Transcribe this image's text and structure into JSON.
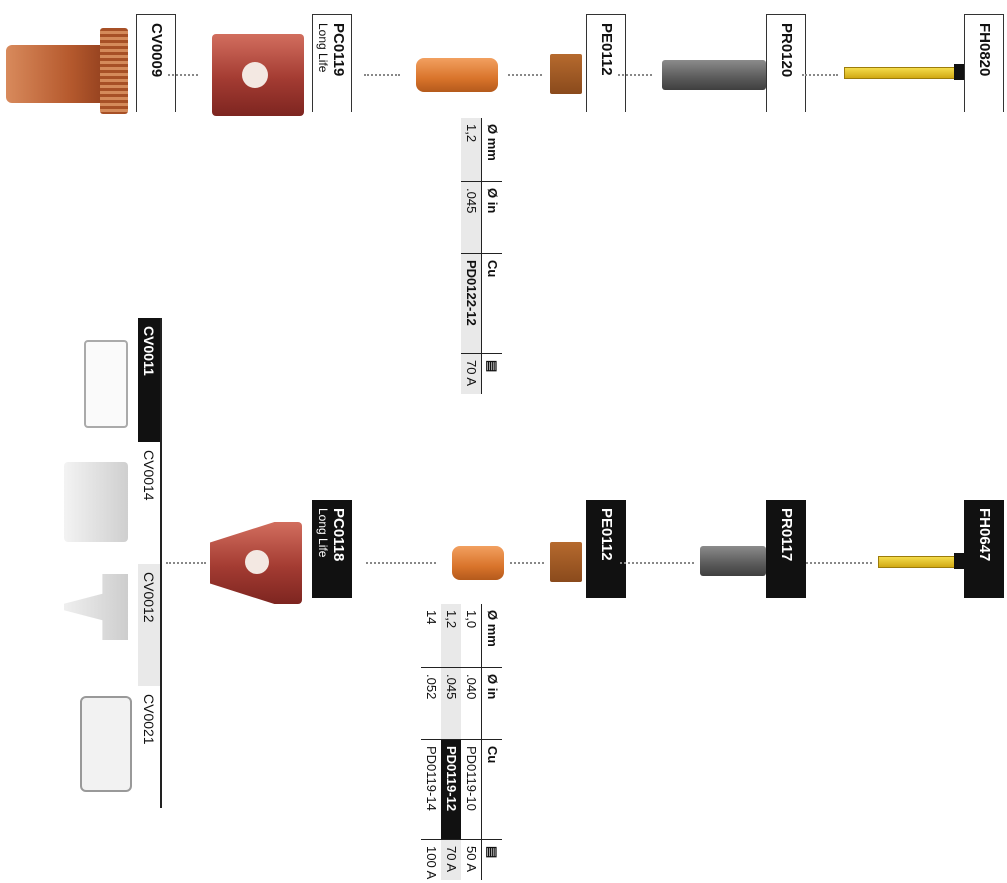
{
  "top_row": {
    "cv0009": "CV0009",
    "pc0119": "PC0119",
    "pc0119_sub": "Long Life",
    "pe0112": "PE0112",
    "pr0120": "PR0120",
    "fh0820": "FH0820"
  },
  "top_table": {
    "headers": [
      "Ø mm",
      "Ø in",
      "Cu",
      "stack-icon"
    ],
    "rows": [
      {
        "mm": "1,2",
        "in": ".045",
        "part": "PD0122-12",
        "amp": "70 A"
      }
    ]
  },
  "accessories": {
    "cv0011": "CV0011",
    "cv0014": "CV0014",
    "cv0012": "CV0012",
    "cv0021": "CV0021"
  },
  "bottom_row": {
    "pc0118": "PC0118",
    "pc0118_sub": "Long Life",
    "pe0112": "PE0112",
    "pr0117": "PR0117",
    "fh0647": "FH0647"
  },
  "bottom_table": {
    "headers": [
      "Ø mm",
      "Ø in",
      "Cu",
      "stack-icon"
    ],
    "rows": [
      {
        "mm": "1,0",
        "in": ".040",
        "part": "PD0119-10",
        "amp": "50 A"
      },
      {
        "mm": "1,2",
        "in": ".045",
        "part": "PD0119-12",
        "amp": "70 A"
      },
      {
        "mm": "14",
        "in": ".052",
        "part": "PD0119-14",
        "amp": "100 A"
      }
    ]
  }
}
